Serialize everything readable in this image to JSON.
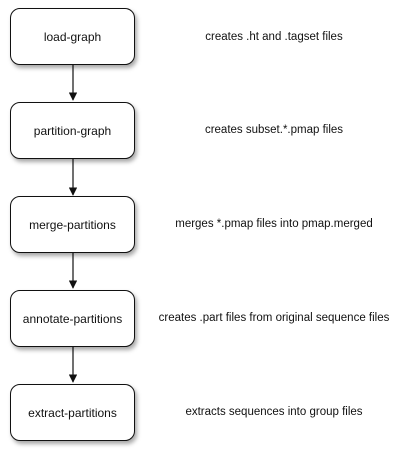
{
  "steps": [
    {
      "label": "load-graph",
      "description": "creates .ht and .tagset files"
    },
    {
      "label": "partition-graph",
      "description": "creates subset.*.pmap files"
    },
    {
      "label": "merge-partitions",
      "description": "merges *.pmap files into pmap.merged"
    },
    {
      "label": "annotate-partitions",
      "description": "creates .part files from original sequence files"
    },
    {
      "label": "extract-partitions",
      "description": "extracts sequences into group files"
    }
  ]
}
